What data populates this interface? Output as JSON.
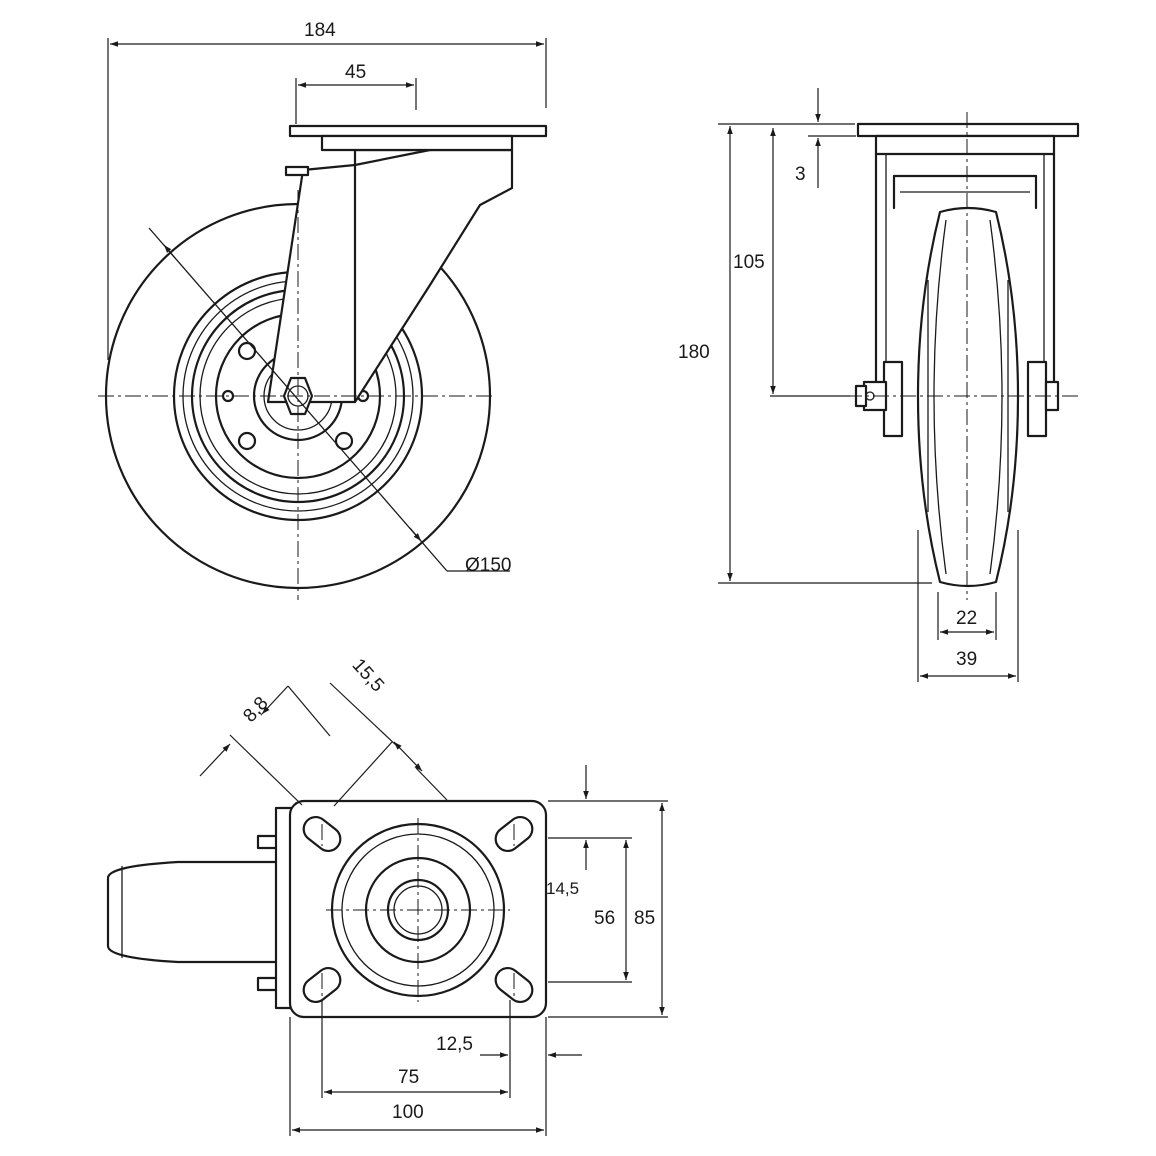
{
  "dimensions": {
    "overall_width": "184",
    "plate_offset": "45",
    "wheel_diameter": "Ø150",
    "plate_thickness": "3",
    "axle_height": "105",
    "total_height": "180",
    "hub_width": "22",
    "wheel_width": "39",
    "slot_width": "8,8",
    "slot_length": "15,5",
    "slot_offset_y": "14,5",
    "hole_spacing_y": "56",
    "plate_height": "85",
    "slot_offset_x": "12,5",
    "hole_spacing_x": "75",
    "plate_width": "100"
  }
}
